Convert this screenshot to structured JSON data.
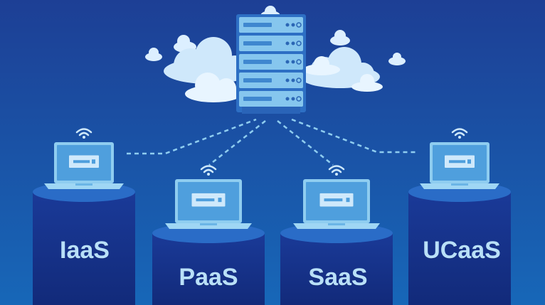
{
  "colors": {
    "background_top": "#1d3f95",
    "background_bottom": "#1765b5",
    "pedestal": "#16318a",
    "pedestal_top": "#2a6cc7",
    "laptop_frame": "#8fcdf0",
    "laptop_screen": "#4f9fdd",
    "cloud": "#dcefff",
    "server": "#7fc0ea",
    "label_text": "#b9e0f8"
  },
  "nodes": [
    {
      "id": "iaas",
      "label": "IaaS"
    },
    {
      "id": "paas",
      "label": "PaaS"
    },
    {
      "id": "saas",
      "label": "SaaS"
    },
    {
      "id": "ucaas",
      "label": "UCaaS"
    }
  ],
  "icons": [
    "server-rack-icon",
    "cloud-icon",
    "laptop-icon",
    "wifi-icon"
  ]
}
